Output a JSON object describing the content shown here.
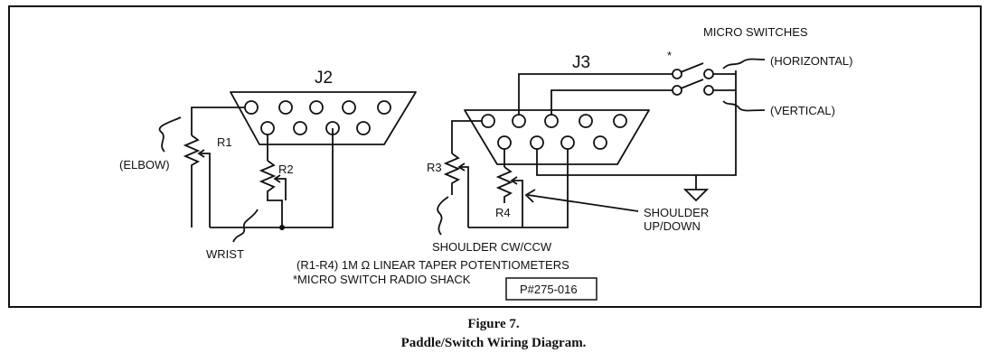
{
  "diagram": {
    "connectors": {
      "j2": "J2",
      "j3": "J3"
    },
    "resistors": {
      "r1": "R1",
      "r2": "R2",
      "r3": "R3",
      "r4": "R4"
    },
    "labels": {
      "elbow": "(ELBOW)",
      "wrist": "WRIST",
      "shoulder_cw_ccw": "SHOULDER CW/CCW",
      "shoulder_up": "SHOULDER",
      "shoulder_up_2": "UP/DOWN",
      "micro_switches": "MICRO SWITCHES",
      "horizontal": "(HORIZONTAL)",
      "vertical": "(VERTICAL)",
      "asterisk": "*"
    },
    "notes": {
      "pot_note": "(R1-R4) 1M Ω LINEAR TAPER POTENTIOMETERS",
      "switch_note": "*MICRO SWITCH RADIO SHACK",
      "part_number": "P#275-016"
    }
  },
  "caption": {
    "figure": "Figure 7.",
    "title": "Paddle/Switch Wiring Diagram."
  }
}
